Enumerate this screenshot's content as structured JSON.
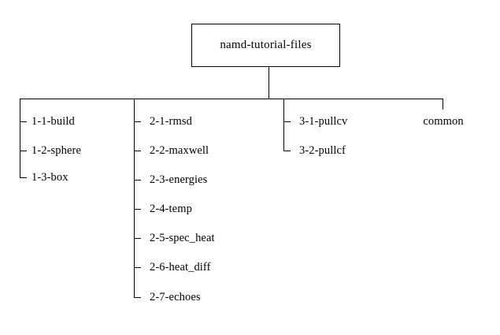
{
  "diagram": {
    "type": "directory-tree",
    "title": "namd-tutorial-files",
    "colors": {
      "line": "#000000",
      "text": "#000000",
      "background": "#ffffff"
    },
    "root": {
      "label": "namd-tutorial-files"
    },
    "branches": [
      {
        "name": "branch-1",
        "children": [
          {
            "label": "1-1-build"
          },
          {
            "label": "1-2-sphere"
          },
          {
            "label": "1-3-box"
          }
        ]
      },
      {
        "name": "branch-2",
        "children": [
          {
            "label": "2-1-rmsd"
          },
          {
            "label": "2-2-maxwell"
          },
          {
            "label": "2-3-energies"
          },
          {
            "label": "2-4-temp"
          },
          {
            "label": "2-5-spec_heat"
          },
          {
            "label": "2-6-heat_diff"
          },
          {
            "label": "2-7-echoes"
          }
        ]
      },
      {
        "name": "branch-3",
        "children": [
          {
            "label": "3-1-pullcv"
          },
          {
            "label": "3-2-pullcf"
          }
        ]
      },
      {
        "name": "branch-4",
        "children": [
          {
            "label": "common"
          }
        ]
      }
    ]
  }
}
